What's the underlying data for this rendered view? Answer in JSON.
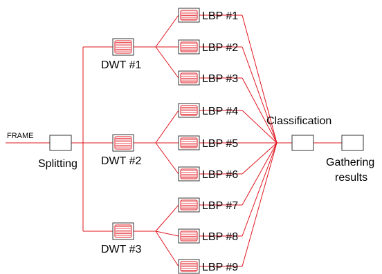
{
  "diagram": {
    "frame_label": "FRAME",
    "splitting_label": "Splitting",
    "classification_label": "Classification",
    "gathering_label_line1": "Gathering",
    "gathering_label_line2": "results",
    "dwt_labels": [
      "DWT #1",
      "DWT #2",
      "DWT #3"
    ],
    "lbp_labels": [
      "LBP #1",
      "LBP #2",
      "LBP #3",
      "LBP #4",
      "LBP #5",
      "LBP #6",
      "LBP #7",
      "LBP #8",
      "LBP #9"
    ],
    "colors": {
      "line": "#e0141e",
      "box_border": "#333333",
      "text": "#000000"
    }
  }
}
